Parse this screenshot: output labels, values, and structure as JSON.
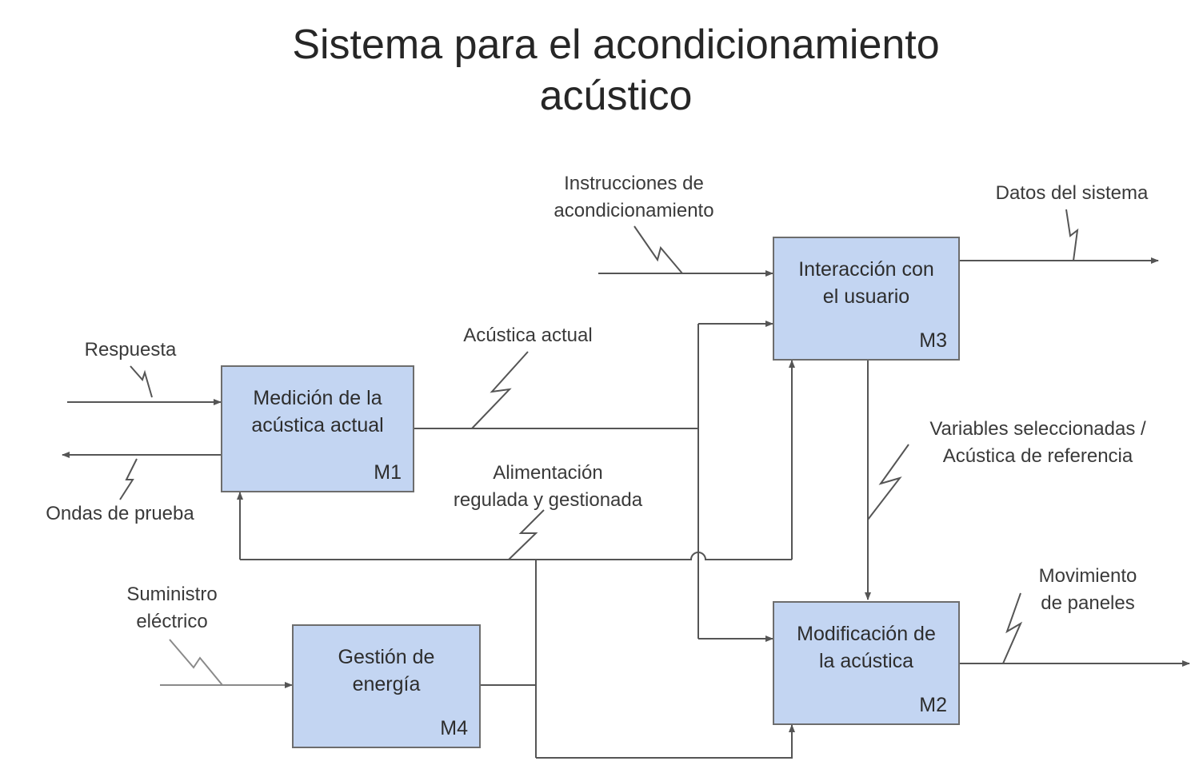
{
  "title": {
    "line1": "Sistema para el acondicionamiento",
    "line2": "acústico"
  },
  "blocks": {
    "m1": {
      "label": "Medición de la\nacústica actual",
      "code": "M1"
    },
    "m2": {
      "label": "Modificación de\nla acústica",
      "code": "M2"
    },
    "m3": {
      "label": "Interacción con\nel usuario",
      "code": "M3"
    },
    "m4": {
      "label": "Gestión de\nenergía",
      "code": "M4"
    }
  },
  "signals": {
    "respuesta": "Respuesta",
    "ondas": "Ondas de prueba",
    "acustica_actual": "Acústica actual",
    "instrucciones": "Instrucciones de\nacondicionamiento",
    "datos": "Datos del sistema",
    "variables": "Variables seleccionadas /\nAcústica de referencia",
    "alimentacion": "Alimentación\nregulada y gestionada",
    "suministro": "Suministro\neléctrico",
    "movimiento": "Movimiento\nde paneles"
  },
  "colors": {
    "block_fill": "#c3d5f2",
    "block_border": "#6d6d6d",
    "line": "#555555"
  }
}
